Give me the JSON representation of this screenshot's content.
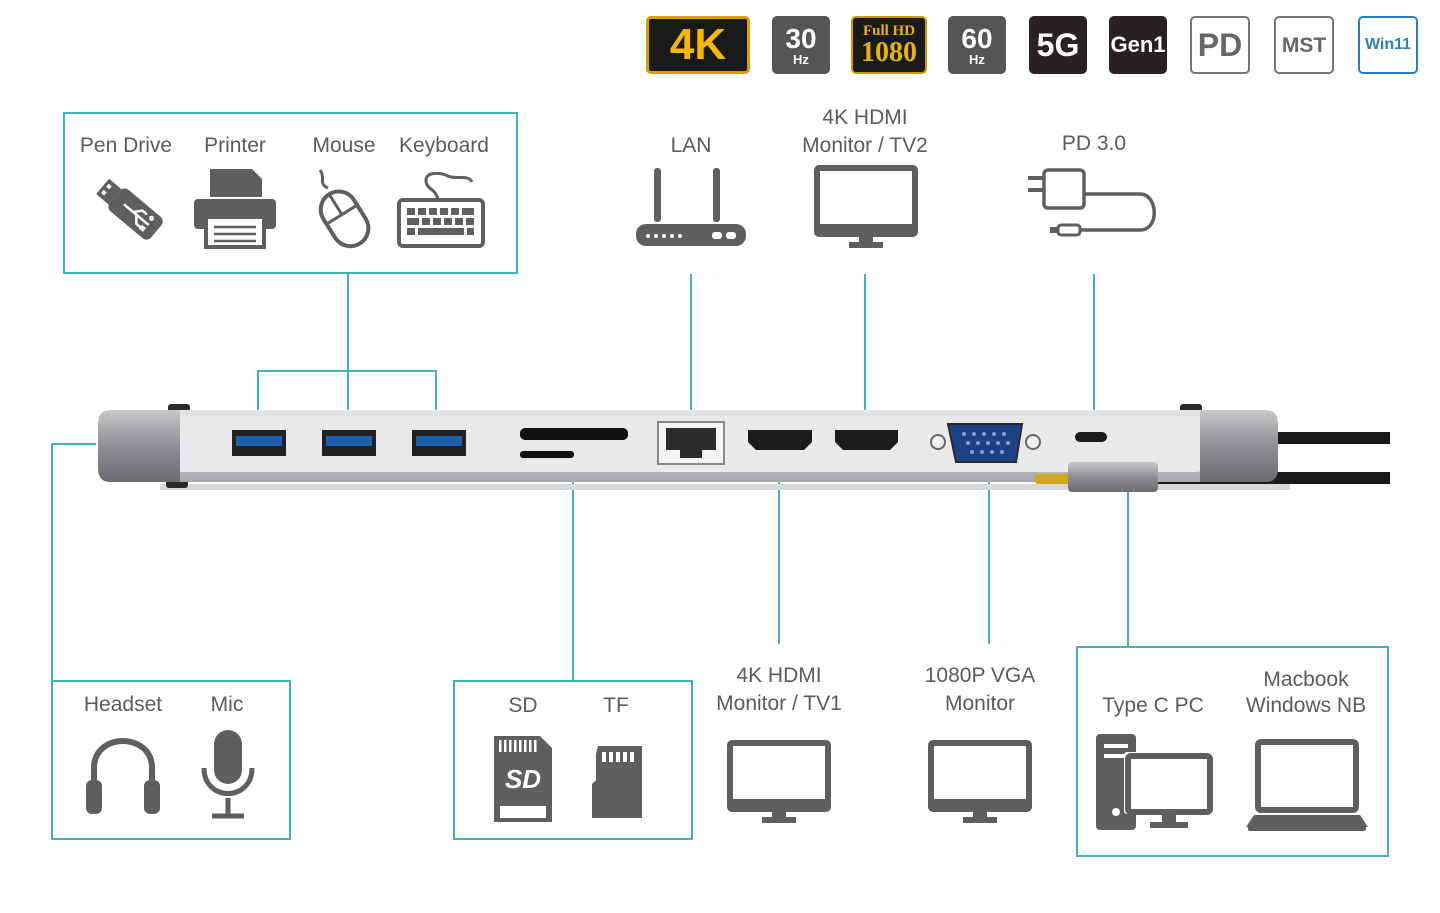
{
  "badges": [
    {
      "main": "4K",
      "sub": ""
    },
    {
      "main": "30",
      "sub": "Hz"
    },
    {
      "main": "Full HD",
      "sub": "1080"
    },
    {
      "main": "60",
      "sub": "Hz"
    },
    {
      "main": "5G",
      "sub": ""
    },
    {
      "main": "Gen1",
      "sub": ""
    },
    {
      "main": "PD",
      "sub": ""
    },
    {
      "main": "MST",
      "sub": ""
    },
    {
      "main": "Win11",
      "sub": ""
    }
  ],
  "usb_devices": {
    "pen_drive": "Pen Drive",
    "printer": "Printer",
    "mouse": "Mouse",
    "keyboard": "Keyboard"
  },
  "lan": "LAN",
  "hdmi2": {
    "line1": "4K HDMI",
    "line2": "Monitor / TV2"
  },
  "pd": "PD 3.0",
  "audio": {
    "headset": "Headset",
    "mic": "Mic"
  },
  "cards": {
    "sd": "SD",
    "tf": "TF",
    "sd_card_text": "SD"
  },
  "hdmi1": {
    "line1": "4K HDMI",
    "line2": "Monitor / TV1"
  },
  "vga": {
    "line1": "1080P VGA",
    "line2": "Monitor"
  },
  "host": {
    "typec": "Type C PC",
    "mac_line1": "Macbook",
    "mac_line2": "Windows NB"
  },
  "colors": {
    "accent": "#3fb3b8",
    "icon": "#5f5f5f",
    "hub": "#c9c9cc",
    "usb_blue": "#1f5fb0"
  }
}
